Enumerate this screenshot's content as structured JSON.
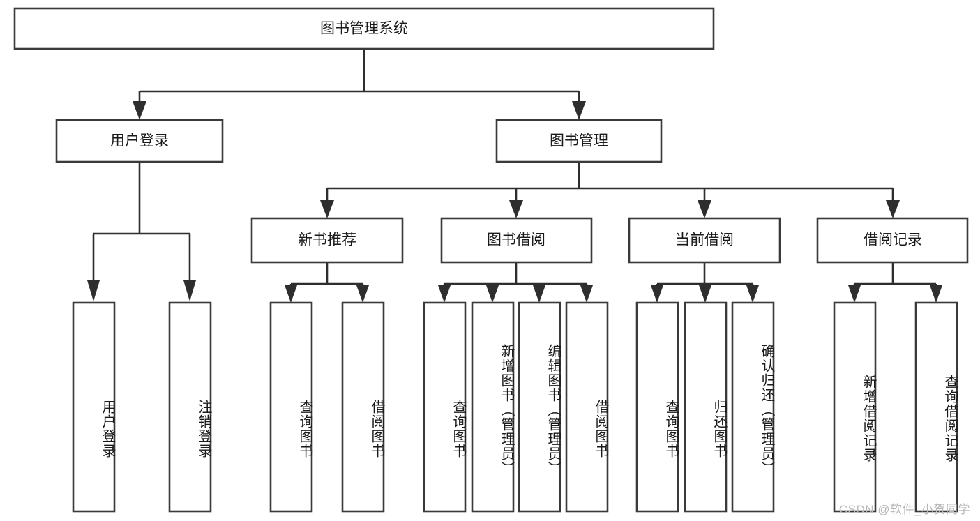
{
  "diagram": {
    "type": "tree-hierarchy",
    "title": "图书管理系统",
    "watermark": "CSDN @软件_小贺同学",
    "colors": {
      "box_stroke": "#3a3a3a",
      "box_fill": "#ffffff",
      "connector": "#2e2e2e",
      "text": "#1a1a1a",
      "watermark": "#b9b9b9",
      "background": "#ffffff"
    },
    "root": {
      "label": "图书管理系统",
      "orientation": "horizontal"
    },
    "level2": [
      {
        "label": "用户登录",
        "orientation": "horizontal"
      },
      {
        "label": "图书管理",
        "orientation": "horizontal"
      }
    ],
    "level3": [
      {
        "label": "新书推荐",
        "orientation": "horizontal",
        "parent": "图书管理"
      },
      {
        "label": "图书借阅",
        "orientation": "horizontal",
        "parent": "图书管理"
      },
      {
        "label": "当前借阅",
        "orientation": "horizontal",
        "parent": "图书管理"
      },
      {
        "label": "借阅记录",
        "orientation": "horizontal",
        "parent": "图书管理"
      }
    ],
    "leaves": {
      "user_login": [
        {
          "label": "用户登录",
          "orientation": "vertical"
        },
        {
          "label": "注销登录",
          "orientation": "vertical"
        }
      ],
      "new_book_recommend": [
        {
          "label": "查询图书",
          "orientation": "vertical"
        },
        {
          "label": "借阅图书",
          "orientation": "vertical"
        }
      ],
      "book_borrow": [
        {
          "label": "查询图书",
          "orientation": "vertical"
        },
        {
          "label": "新增图书（管理员）",
          "orientation": "vertical"
        },
        {
          "label": "编辑图书（管理员）",
          "orientation": "vertical"
        },
        {
          "label": "借阅图书",
          "orientation": "vertical"
        }
      ],
      "current_borrow": [
        {
          "label": "查询图书",
          "orientation": "vertical"
        },
        {
          "label": "归还图书",
          "orientation": "vertical"
        },
        {
          "label": "确认归还（管理员）",
          "orientation": "vertical"
        }
      ],
      "borrow_record": [
        {
          "label": "新增借阅记录",
          "orientation": "vertical"
        },
        {
          "label": "查询借阅记录",
          "orientation": "vertical"
        }
      ]
    }
  }
}
